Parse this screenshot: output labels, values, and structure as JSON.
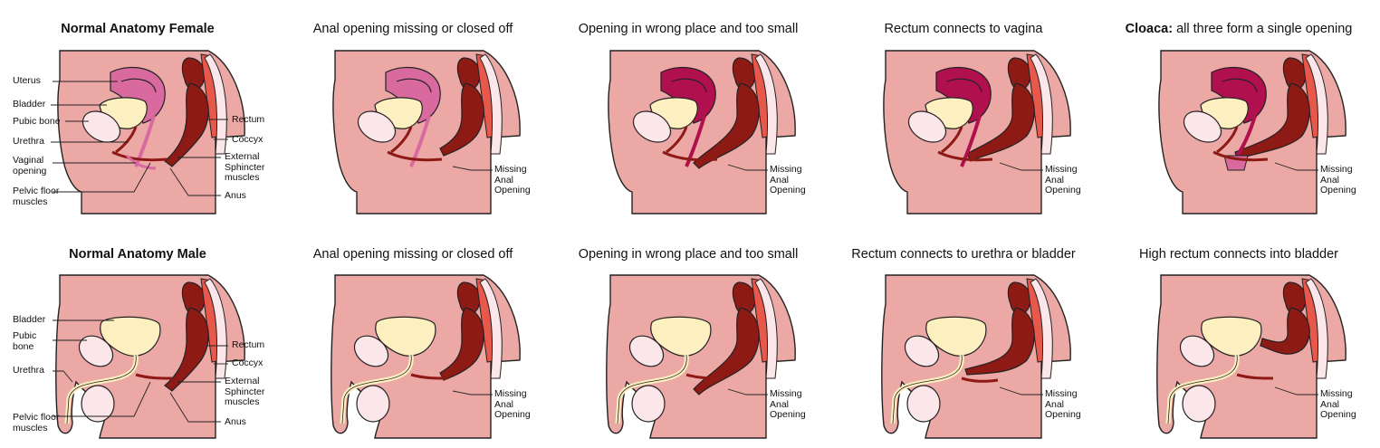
{
  "colors": {
    "body": "#eca8a5",
    "bone": "#fbe6ea",
    "bladder": "#fdf0c0",
    "uterus_normal": "#d86aa0",
    "uterus_dark": "#b0104e",
    "rectum": "#8e1a16",
    "rectum_light": "#b3221c",
    "coccyx": "#e8584a",
    "outline": "#222222"
  },
  "female": {
    "normal": {
      "title": "Normal Anatomy Female",
      "labels": {
        "uterus": "Uterus",
        "bladder": "Bladder",
        "pubic_bone": "Pubic bone",
        "urethra": "Urethra",
        "vaginal_opening_1": "Vaginal",
        "vaginal_opening_2": "opening",
        "pelvic_floor_1": "Pelvic floor",
        "pelvic_floor_2": "muscles",
        "rectum": "Rectum",
        "coccyx": "Coccyx",
        "sphincter_1": "External",
        "sphincter_2": "Sphincter",
        "sphincter_3": "muscles",
        "anus": "Anus"
      }
    },
    "variants": [
      {
        "title": "Anal opening missing or closed off"
      },
      {
        "title": "Opening in wrong place and too small"
      },
      {
        "title": "Rectum connects to vagina"
      },
      {
        "title_bold": "Cloaca:",
        "title_rest": " all three form a single opening"
      }
    ]
  },
  "male": {
    "normal": {
      "title": "Normal Anatomy Male",
      "labels": {
        "bladder": "Bladder",
        "pubic_bone_1": "Pubic",
        "pubic_bone_2": "bone",
        "urethra": "Urethra",
        "pelvic_floor_1": "Pelvic floor",
        "pelvic_floor_2": "muscles",
        "rectum": "Rectum",
        "coccyx": "Coccyx",
        "sphincter_1": "External",
        "sphincter_2": "Sphincter",
        "sphincter_3": "muscles",
        "anus": "Anus"
      }
    },
    "variants": [
      {
        "title": "Anal opening missing or closed off"
      },
      {
        "title": "Opening in wrong place and too small"
      },
      {
        "title": "Rectum connects to urethra or bladder"
      },
      {
        "title": "High rectum connects into bladder"
      }
    ]
  },
  "missing_label": {
    "line1": "Missing",
    "line2": "Anal",
    "line3": "Opening"
  }
}
